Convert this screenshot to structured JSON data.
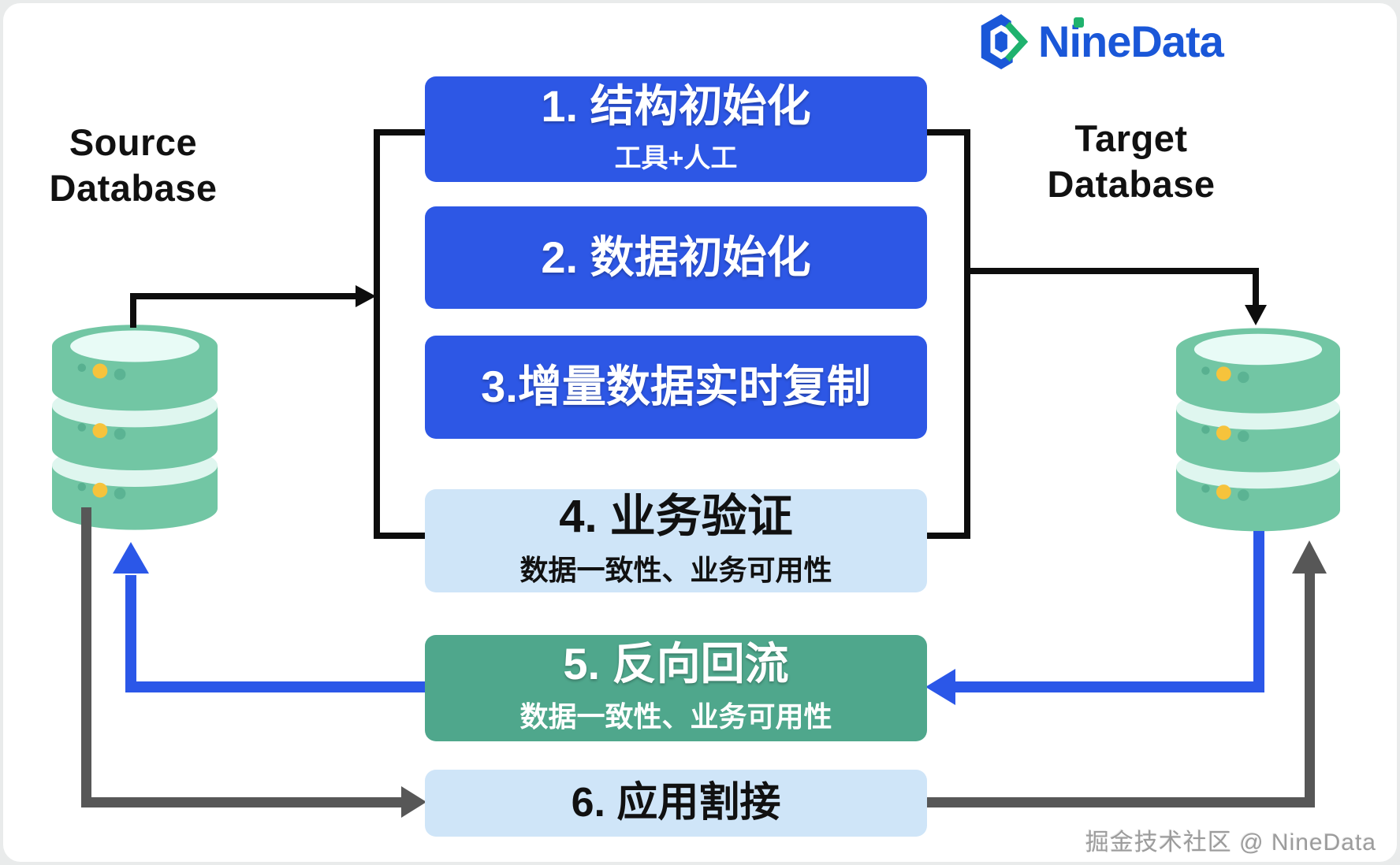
{
  "logo": {
    "brand": "NineData"
  },
  "source": {
    "line1": "Source",
    "line2": "Database"
  },
  "target": {
    "line1": "Target",
    "line2": "Database"
  },
  "steps": [
    {
      "title": "1. 结构初始化",
      "subtitle": "工具+人工",
      "variant": "blue"
    },
    {
      "title": "2. 数据初始化",
      "subtitle": "",
      "variant": "blue"
    },
    {
      "title": "3.增量数据实时复制",
      "subtitle": "",
      "variant": "blue"
    },
    {
      "title": "4. 业务验证",
      "subtitle": "数据一致性、业务可用性",
      "variant": "lightblue"
    },
    {
      "title": "5. 反向回流",
      "subtitle": "数据一致性、业务可用性",
      "variant": "green"
    },
    {
      "title": "6. 应用割接",
      "subtitle": "",
      "variant": "lightblue"
    }
  ],
  "watermark": "掘金技术社区 @ NineData",
  "colors": {
    "blue_box": "#2d57e5",
    "lightblue_box": "#cfe5f8",
    "green_box": "#4fa78c",
    "arrow_blue": "#2b57e8",
    "arrow_gray": "#575757",
    "line_black": "#0d0d0d",
    "db_green": "#72c6a4",
    "logo_blue": "#1a57d8",
    "logo_green": "#1fb26e"
  }
}
